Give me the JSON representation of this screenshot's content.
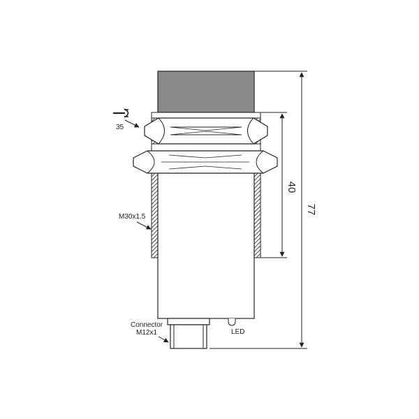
{
  "labels": {
    "wrench_size": "35",
    "thread": "M30x1.5",
    "connector_line1": "Connector",
    "connector_line2": "M12x1",
    "led": "LED"
  },
  "dimensions": {
    "thread_length": "40",
    "total_length": "77"
  },
  "colors": {
    "sensing_face": "#8a8a8a",
    "outline": "#222222",
    "background": "#ffffff"
  },
  "icons": {
    "wrench": "wrench-icon"
  }
}
